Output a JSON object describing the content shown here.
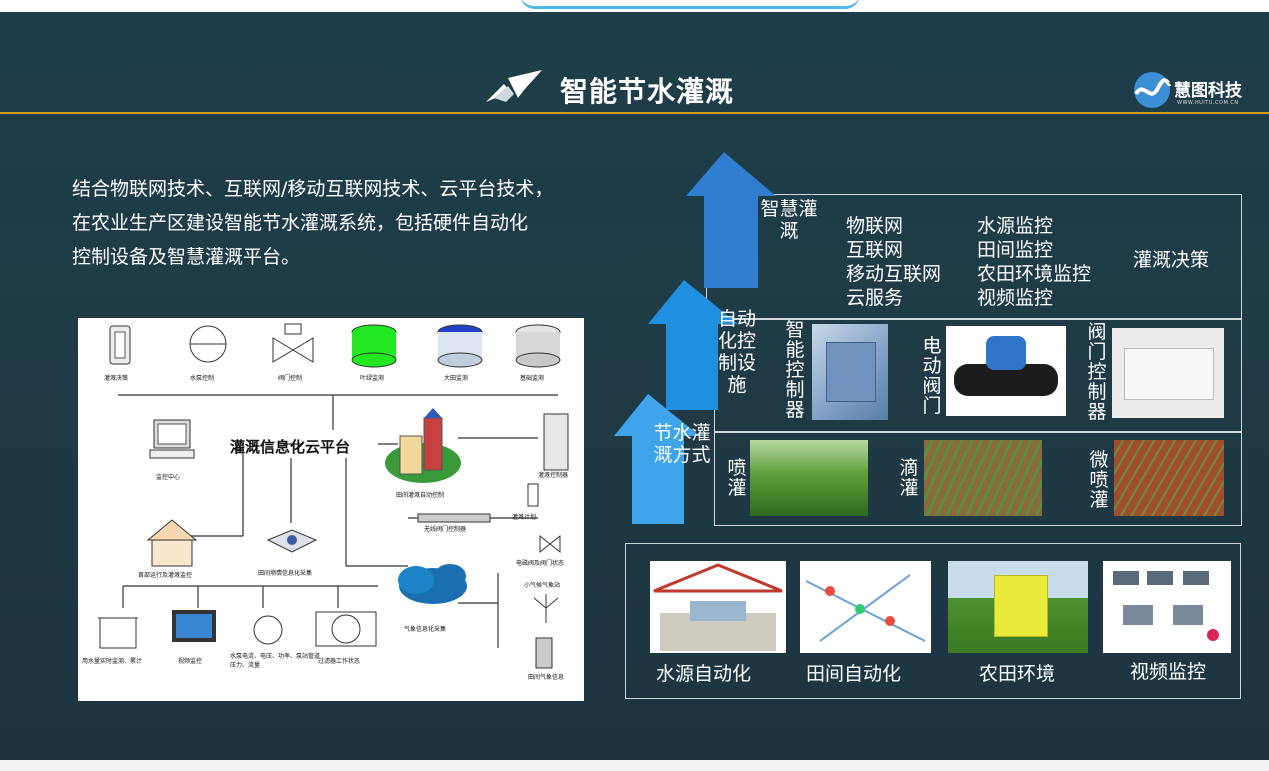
{
  "header": {
    "title": "智能节水灌溉",
    "brand_name": "慧图科技",
    "brand_url": "WWW.HUITU.COM.CN"
  },
  "intro": {
    "lines": [
      "结合物联网技术、互联网/移动互联网技术、云平台技术，",
      "在农业生产区建设智能节水灌溉系统，包括硬件自动化",
      "控制设备及智慧灌溉平台。"
    ]
  },
  "diagram": {
    "center_label": "灌溉信息化云平台",
    "top_items": [
      "灌溉决策",
      "水泵控制",
      "阀门控制",
      "叶绿监测",
      "大田监测",
      "基础监测"
    ],
    "control_center": "监控中心",
    "field_control": "田间灌溉自动控制",
    "station_monitor": "灌溉控制器",
    "plan": "灌溉计划",
    "wireless_valve": "无线阀门控制器",
    "valve_status": "电磁阀及阀门状态",
    "house_label": "首部运行及灌溉监控",
    "sensor_label": "田间墒情信息化采集",
    "weather_label": "气象信息化采集",
    "small_weather": "小气候气象站",
    "ground_weather": "田间气象信息",
    "bottom_items": [
      "用水量实时监测、累计",
      "视频监控",
      "水泵电流、电压、功率、泵站管道压力、流量",
      "过滤器工作状态"
    ]
  },
  "pyramid": {
    "level_top_label": "智慧灌溉",
    "level_top_col1": [
      "物联网",
      "互联网",
      "移动互联网",
      "云服务"
    ],
    "level_top_col2": [
      "水源监控",
      "田间监控",
      "农田环境监控",
      "视频监控"
    ],
    "level_top_col3": "灌溉决策",
    "level_mid_label": "自动化控制设施",
    "level_mid_items": [
      "智能控制器",
      "电动阀门",
      "阀门控制器"
    ],
    "level_low_label": "节水灌溉方式",
    "level_low_items": [
      "喷灌",
      "滴灌",
      "微喷灌"
    ]
  },
  "bottom_panel": {
    "items": [
      "水源自动化",
      "田间自动化",
      "农田环境",
      "视频监控"
    ]
  }
}
